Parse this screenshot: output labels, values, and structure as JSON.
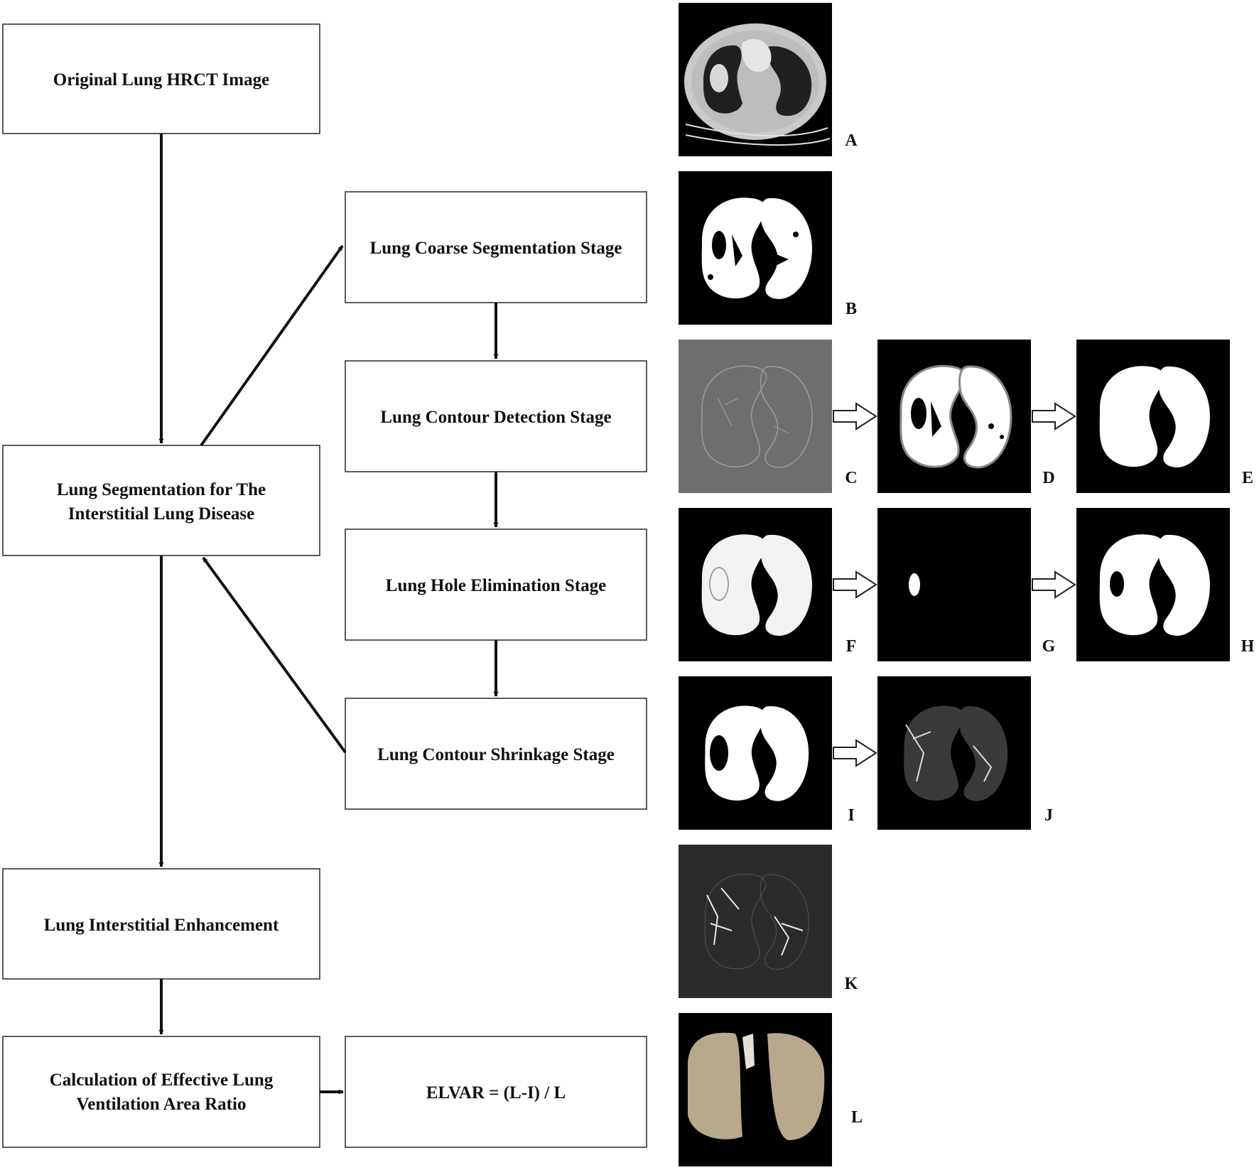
{
  "boxes": {
    "original": [
      "Original Lung HRCT Image"
    ],
    "segmentation": [
      "Lung Segmentation for The",
      "Interstitial Lung Disease"
    ],
    "coarse": [
      "Lung Coarse Segmentation Stage"
    ],
    "contour_detection": [
      "Lung Contour Detection Stage"
    ],
    "hole_elimination": [
      "Lung Hole Elimination Stage"
    ],
    "shrinkage": [
      "Lung Contour Shrinkage Stage"
    ],
    "enhancement": [
      "Lung Interstitial Enhancement"
    ],
    "calculation": [
      "Calculation of Effective Lung",
      "Ventilation Area Ratio"
    ],
    "formula": [
      "ELVAR = (L-I) / L"
    ]
  },
  "image_labels": {
    "A": "A",
    "B": "B",
    "C": "C",
    "D": "D",
    "E": "E",
    "F": "F",
    "G": "G",
    "H": "H",
    "I": "I",
    "J": "J",
    "K": "K",
    "L": "L"
  },
  "colors": {
    "box_stroke": "#333333",
    "arrow": "#111111",
    "panel_black": "#000000",
    "panel_gray": "#6e6e6e",
    "panel_darkgray": "#2b2b2b",
    "lung_white": "#ffffff",
    "ct_tissue": "#c9c9c9",
    "render_3d": "#b8a98c"
  }
}
